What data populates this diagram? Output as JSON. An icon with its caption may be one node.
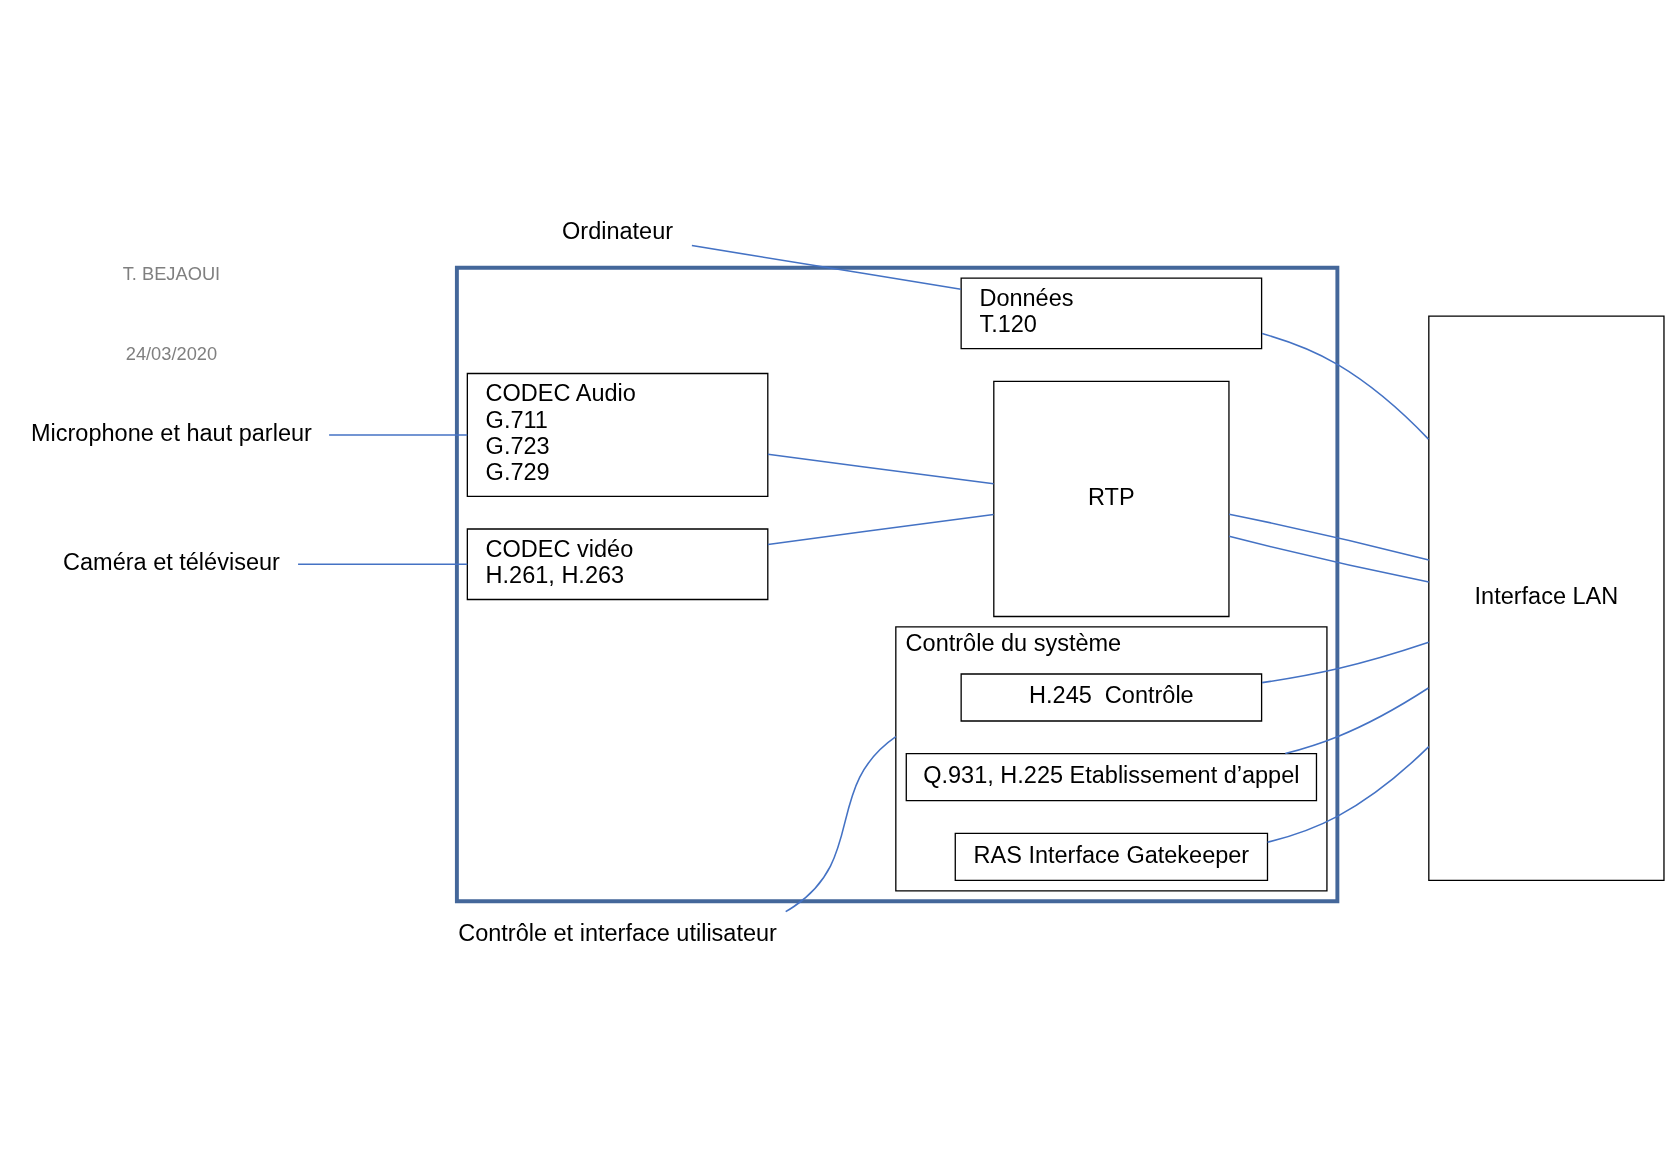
{
  "diagram": {
    "nodes": [
      {
        "text": [],
        "shape": "box"
      },
      {
        "text": [
          "Microphone et haut parleur"
        ]
      },
      {
        "text": [
          "CODEC Audio",
          "G.711",
          "G.723",
          "G.729"
        ],
        "in": 0
      },
      {
        "text": [
          "RTP"
        ],
        "in": 0
      },
      {
        "text": [
          "Interface LAN"
        ]
      },
      {
        "text": [
          "Caméra et téléviseur"
        ]
      },
      {
        "text": [
          "CODEC vidéo",
          "H.261, H.263"
        ],
        "in": 0
      },
      {
        "text": [
          "Ordinateur"
        ]
      },
      {
        "text": [
          "Données",
          "T.120"
        ],
        "in": 0
      },
      {
        "text": [
          "Contrôle et interface utilisateur"
        ]
      },
      {
        "text": [
          "Contrôle du système"
        ],
        "in": 0
      },
      {
        "text": [
          "H.245  Contrôle"
        ],
        "in": 10
      },
      {
        "text": [
          "Q.931, H.225 Etablissement d’appel"
        ],
        "in": 10
      },
      {
        "text": [
          "RAS Interface Gatekeeper"
        ],
        "in": 10
      }
    ],
    "edges": [
      {
        "from": 1,
        "to": 2,
        "arrow": "none"
      },
      {
        "from": 2,
        "to": 3,
        "arrow": "none"
      },
      {
        "from": 3,
        "to": 4,
        "arrow": "none"
      },
      {
        "from": 5,
        "to": 6,
        "arrow": "none"
      },
      {
        "from": 6,
        "to": 3,
        "arrow": "none"
      },
      {
        "from": 3,
        "to": 4,
        "arrow": "none"
      },
      {
        "from": 7,
        "to": 8,
        "arrow": "none"
      },
      {
        "from": 8,
        "to": 4,
        "arrow": "none"
      },
      {
        "from": 9,
        "to": 10,
        "arrow": "none"
      },
      {
        "from": 11,
        "to": 4,
        "arrow": "none"
      },
      {
        "from": 12,
        "to": 4,
        "arrow": "none"
      },
      {
        "from": 13,
        "to": 4,
        "arrow": "none"
      }
    ],
    "labels": [
      "24/03/2020",
      "T. BEJAOUI"
    ]
  }
}
